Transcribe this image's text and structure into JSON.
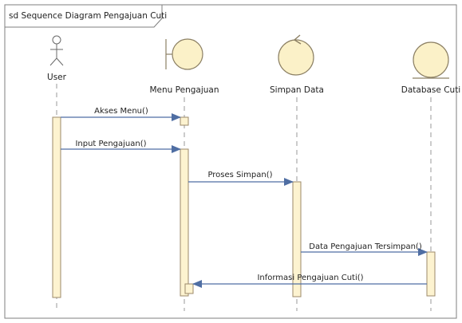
{
  "diagram": {
    "frame_title": "sd Sequence Diagram Pengajuan Cuti",
    "colors": {
      "frame": "#7f7f7f",
      "object_fill": "#fbf1c8",
      "object_stroke": "#8c8064",
      "lifeline": "#9a9a9a",
      "activation_fill": "#fdf3d0",
      "activation_stroke": "#9c8a6a",
      "message": "#4f6ea3"
    },
    "lifelines": [
      {
        "id": "user",
        "kind": "actor",
        "label": "User",
        "icon": "actor-icon"
      },
      {
        "id": "menu",
        "kind": "boundary",
        "label": "Menu Pengajuan",
        "icon": "boundary-icon"
      },
      {
        "id": "simpan",
        "kind": "control",
        "label": "Simpan Data",
        "icon": "control-icon"
      },
      {
        "id": "db",
        "kind": "entity",
        "label": "Database Cuti",
        "icon": "entity-icon"
      }
    ],
    "messages": [
      {
        "from": "user",
        "to": "menu",
        "label": "Akses Menu()"
      },
      {
        "from": "user",
        "to": "menu",
        "label": "Input Pengajuan()"
      },
      {
        "from": "menu",
        "to": "simpan",
        "label": "Proses Simpan()"
      },
      {
        "from": "simpan",
        "to": "db",
        "label": "Data Pengajuan Tersimpan()"
      },
      {
        "from": "db",
        "to": "menu",
        "label": "Informasi Pengajuan Cuti()"
      }
    ]
  }
}
